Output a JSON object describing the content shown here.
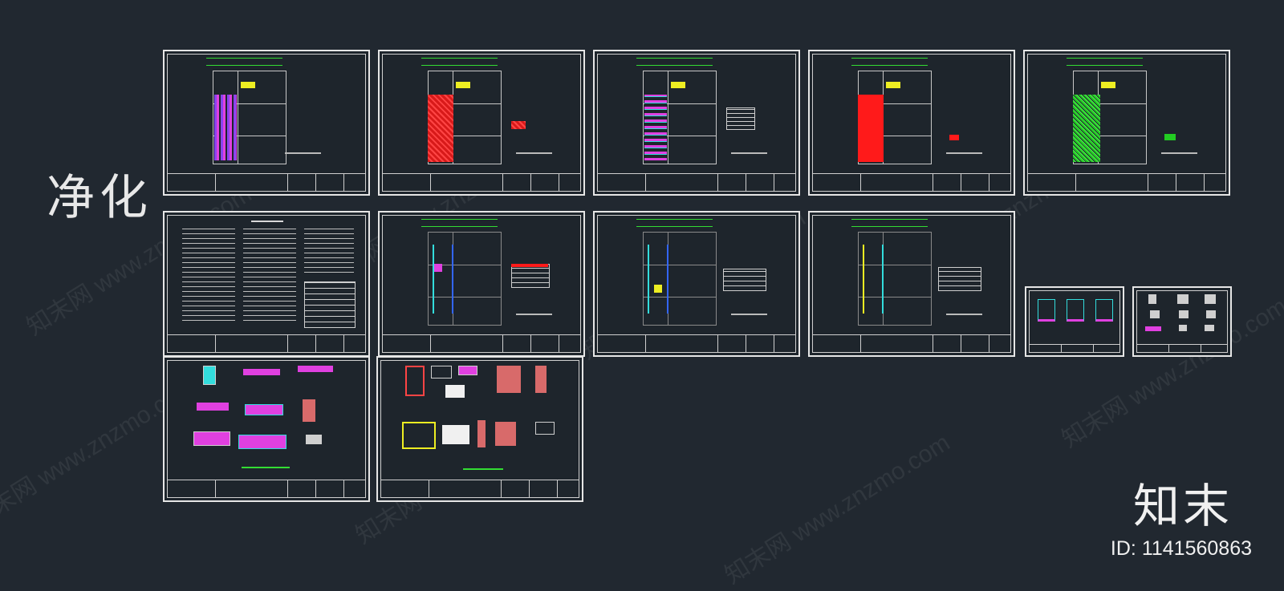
{
  "label": "净化",
  "logo": "知末",
  "image_id": "ID: 1141560863",
  "watermark": "知末网 www.znzmo.com",
  "colors": {
    "background": "#212830",
    "frame": "#e6e6e6",
    "magenta": "#e040e0",
    "red": "#ff1a1a",
    "green": "#22cc22",
    "cyan": "#33dddd",
    "yellow": "#eeee22",
    "grey": "#9a9a9a"
  }
}
